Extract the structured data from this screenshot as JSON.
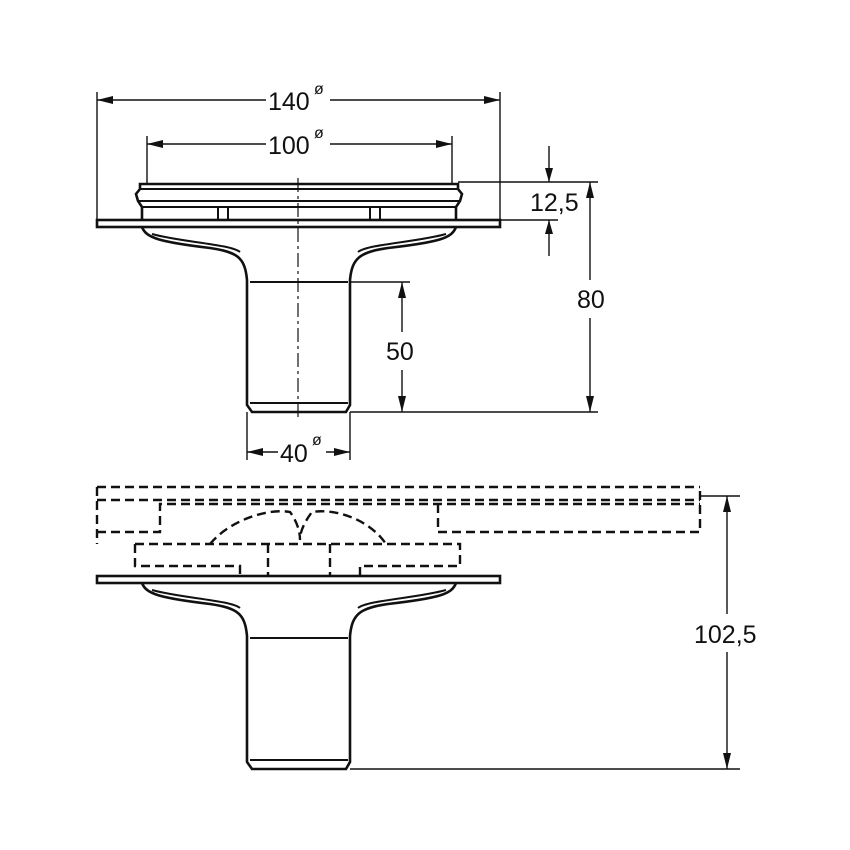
{
  "dimensions": {
    "outer_diameter": "140",
    "inner_diameter": "100",
    "spigot_diameter": "40",
    "flange_height": "12,5",
    "total_height_top": "80",
    "spigot_length": "50",
    "total_height_bottom": "102,5",
    "diameter_symbol": "ø"
  }
}
